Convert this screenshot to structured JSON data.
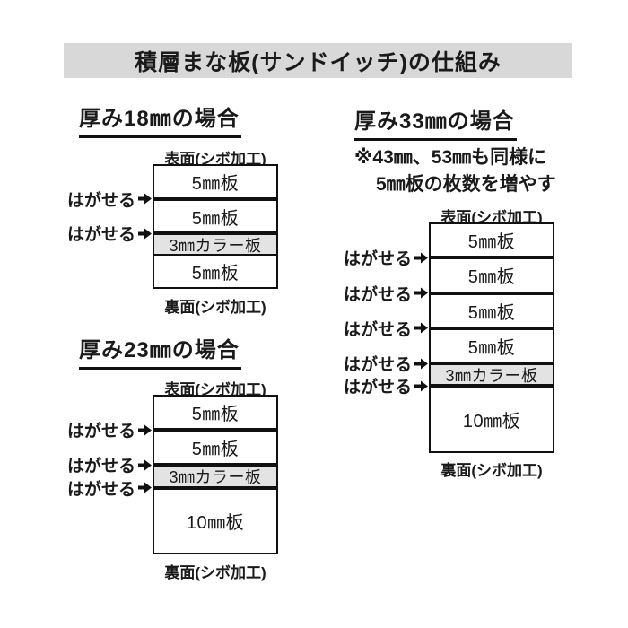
{
  "title": {
    "text": "積層まな板(サンドイッチ)の仕組み",
    "bg_color": "#d8d8d8"
  },
  "labels": {
    "front": "表面(シボ加工)",
    "back": "裏面(シボ加工)",
    "peel": "はがせる",
    "peel_arrow_icon": "right-arrow"
  },
  "colors": {
    "color_board_bg": "#e3e3e3",
    "line": "#111111",
    "text": "#1a1a1a"
  },
  "diagrams": [
    {
      "id": "18mm",
      "heading": "厚み18㎜の場合",
      "note_lines": [],
      "layers": [
        {
          "label": "5㎜板",
          "mm": 5,
          "type": "plain"
        },
        {
          "label": "5㎜板",
          "mm": 5,
          "type": "plain"
        },
        {
          "label": "3㎜カラー板",
          "mm": 3,
          "type": "color"
        },
        {
          "label": "5㎜板",
          "mm": 5,
          "type": "plain"
        }
      ],
      "separators": [
        "peel",
        "peel",
        "fixed"
      ]
    },
    {
      "id": "23mm",
      "heading": "厚み23㎜の場合",
      "note_lines": [],
      "layers": [
        {
          "label": "5㎜板",
          "mm": 5,
          "type": "plain"
        },
        {
          "label": "5㎜板",
          "mm": 5,
          "type": "plain"
        },
        {
          "label": "3㎜カラー板",
          "mm": 3,
          "type": "color"
        },
        {
          "label": "10㎜板",
          "mm": 10,
          "type": "plain"
        }
      ],
      "separators": [
        "peel",
        "peel",
        "peel"
      ]
    },
    {
      "id": "33mm",
      "heading": "厚み33㎜の場合",
      "note_lines": [
        "※43㎜、53㎜も同様に",
        "5㎜板の枚数を増やす"
      ],
      "layers": [
        {
          "label": "5㎜板",
          "mm": 5,
          "type": "plain"
        },
        {
          "label": "5㎜板",
          "mm": 5,
          "type": "plain"
        },
        {
          "label": "5㎜板",
          "mm": 5,
          "type": "plain"
        },
        {
          "label": "5㎜板",
          "mm": 5,
          "type": "plain"
        },
        {
          "label": "3㎜カラー板",
          "mm": 3,
          "type": "color"
        },
        {
          "label": "10㎜板",
          "mm": 10,
          "type": "plain"
        }
      ],
      "separators": [
        "peel",
        "peel",
        "peel",
        "peel",
        "peel"
      ]
    }
  ]
}
